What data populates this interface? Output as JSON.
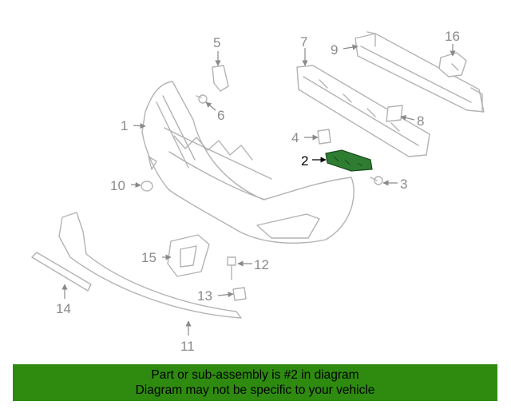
{
  "colors": {
    "banner_bg": "#2e8b10",
    "highlight_part": "#2e7d32",
    "line_art": "#b3b3b3",
    "callout_text": "#8a8a8a",
    "highlight_callout": "#000000"
  },
  "callouts": {
    "c1": "1",
    "c2": "2",
    "c3": "3",
    "c4": "4",
    "c5": "5",
    "c6": "6",
    "c7": "7",
    "c8": "8",
    "c9": "9",
    "c10": "10",
    "c11": "11",
    "c12": "12",
    "c13": "13",
    "c14": "14",
    "c15": "15",
    "c16": "16"
  },
  "highlighted_part": "2",
  "banner": {
    "line1": "Part or sub-assembly is #2 in diagram",
    "line2": "Diagram may not be specific to your vehicle"
  }
}
